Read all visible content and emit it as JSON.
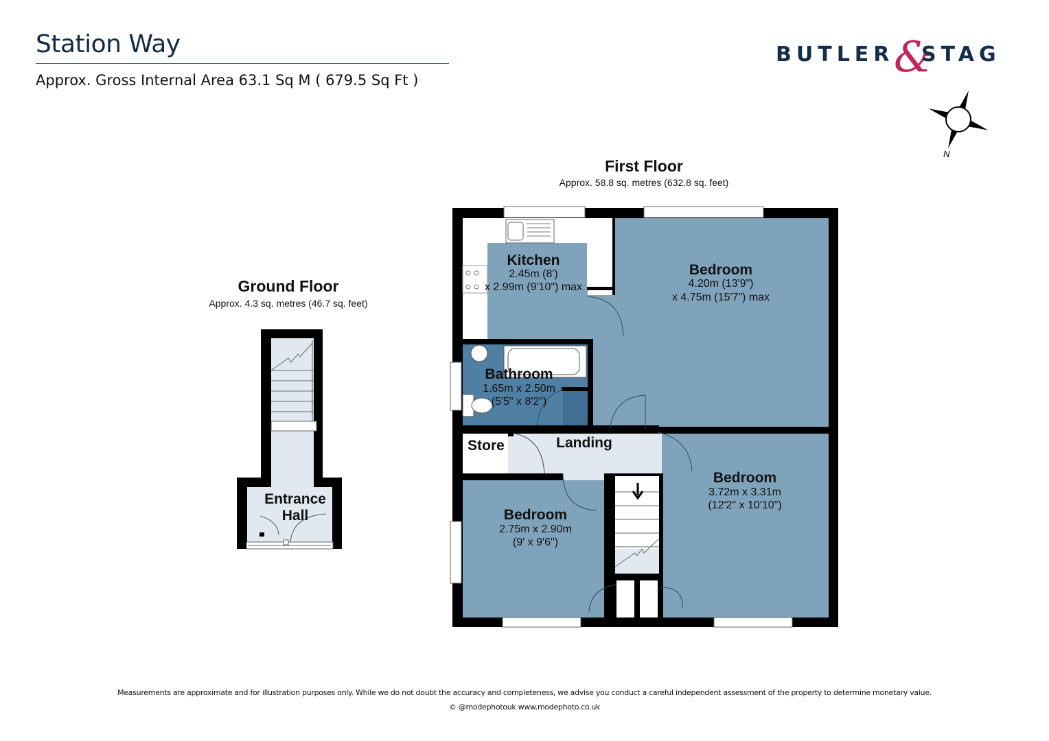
{
  "header": {
    "title": "Station Way",
    "gross_internal_area": "Approx. Gross Internal Area 63.1 Sq M ( 679.5 Sq Ft )"
  },
  "brand": {
    "word1": "BUTLER",
    "ampersand": "&",
    "word2": "STAG",
    "colors": {
      "text": "#142d49",
      "ampersand": "#c4245a"
    }
  },
  "compass": {
    "icon": "compass-rose-icon",
    "north_label": "N"
  },
  "floors": {
    "ground": {
      "title": "Ground Floor",
      "area": "Approx. 4.3 sq. metres (46.7 sq. feet)",
      "rooms": [
        {
          "name_line1": "Entrance",
          "name_line2": "Hall"
        }
      ]
    },
    "first": {
      "title": "First Floor",
      "area": "Approx. 58.8 sq. metres (632.8 sq. feet)",
      "rooms": [
        {
          "name": "Kitchen",
          "dim1": "2.45m (8')",
          "dim2": "x 2.99m (9'10\") max"
        },
        {
          "name": "Bedroom",
          "dim1": "4.20m (13'9\")",
          "dim2": "x 4.75m (15'7\") max"
        },
        {
          "name": "Bathroom",
          "dim1": "1.65m x 2.50m",
          "dim2": "(5'5\" x 8'2\")"
        },
        {
          "name": "Store"
        },
        {
          "name": "Landing"
        },
        {
          "name": "Bedroom",
          "dim1": "3.72m x 3.31m",
          "dim2": "(12'2\" x 10'10\")"
        },
        {
          "name": "Bedroom",
          "dim1": "2.75m x 2.90m",
          "dim2": "(9' x 9'6\")"
        }
      ]
    }
  },
  "colors": {
    "room_fill": "#7fa3bb",
    "bathroom_fill": "#4f80a3",
    "circulation_fill": "#e2e8f0",
    "wall": "#000000",
    "accent_rule": "#c8264f"
  },
  "footer": {
    "disclaimer": "Measurements are approximate and for illustration purposes only.  While we do not doubt the accuracy and completeness, we advise you conduct a careful independent assessment of the property to determine monetary value.",
    "credit": "© @modephotouk www.modephoto.co.uk"
  }
}
